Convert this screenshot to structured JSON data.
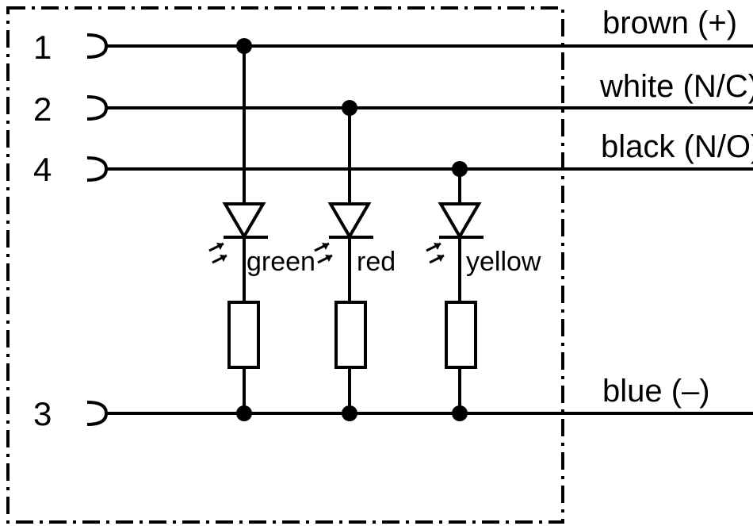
{
  "pins": [
    {
      "number": "1",
      "wire": "brown (+)"
    },
    {
      "number": "2",
      "wire": "white (N/C)"
    },
    {
      "number": "4",
      "wire": "black (N/O)"
    },
    {
      "number": "3",
      "wire": "blue (–)"
    }
  ],
  "leds": [
    {
      "label": "green"
    },
    {
      "label": "red"
    },
    {
      "label": "yellow"
    }
  ]
}
